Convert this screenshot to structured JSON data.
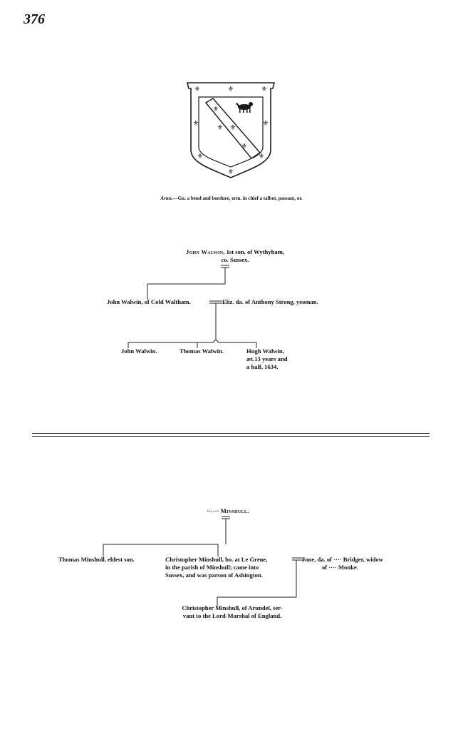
{
  "page": {
    "number": "376"
  },
  "arms": {
    "label": "Arms.",
    "text": "—Gu. a bend and bordure, erm. in chief a talbot, passant, or.",
    "colors": {
      "ink": "#1a1a1a"
    }
  },
  "walwin": {
    "root": {
      "name": "John Walwin",
      "line1": ", 1st son, of Wythyham,",
      "line2": "co. Sussex."
    },
    "husband": "John Walwin, of Cold Waltham.",
    "wife": "Eliz. da. of Anthony Strong, yeoman.",
    "children": [
      {
        "name": "John Walwin."
      },
      {
        "name": "Thomas Walwin."
      },
      {
        "name": "Hugh Walwin,",
        "line2": "æt.13 years and",
        "line3": "a half, 1634."
      }
    ]
  },
  "minshull": {
    "root": {
      "prefix": "······",
      "name": "Minshull."
    },
    "elder": "Thomas Minshull, eldest son.",
    "husband": {
      "line1": "Christopher Minshull, bo. at Le Grene,",
      "line2": "in the parish of Minshull; came into",
      "line3": "Sussex, and was parson of Ashington."
    },
    "wife": {
      "line1": "Jone, da. of ···· Bridger, widow",
      "line2": "of ···· Monke."
    },
    "child": {
      "line1": "Christopher Minshull, of Arundel, ser-",
      "line2": "vant to the Lord-Marshal of England."
    }
  }
}
